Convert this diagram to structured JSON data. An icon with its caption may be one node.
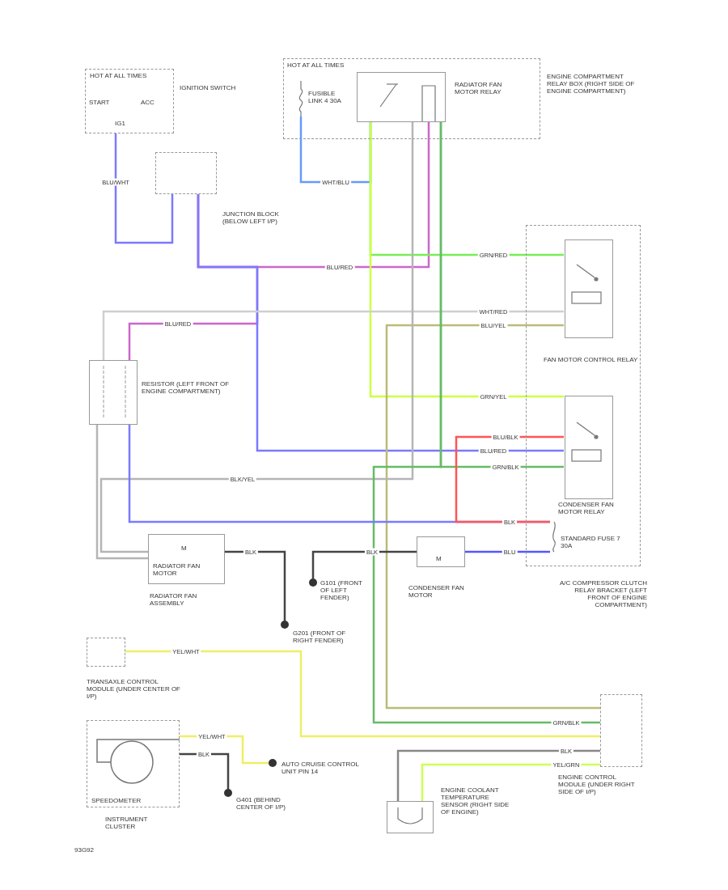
{
  "diagram": {
    "nodes": [
      {
        "text": [
          "HOT AT ALL TIMES",
          "START",
          "ACC",
          "IG1"
        ],
        "beside": [
          "IGNITION SWITCH"
        ]
      },
      {
        "text": [],
        "shape": "box",
        "beside": [
          "JUNCTION BLOCK (BELOW LEFT I/P)"
        ]
      },
      {
        "text": [
          "HOT AT ALL TIMES"
        ],
        "beside": [
          "ENGINE COMPARTMENT RELAY BOX (RIGHT SIDE OF ENGINE COMPARTMENT)"
        ]
      },
      {
        "text": [
          "FUSIBLE LINK 4 30A"
        ],
        "in": 2
      },
      {
        "text": [],
        "shape": "box",
        "in": 2,
        "beside": [
          "RADIATOR FAN MOTOR RELAY"
        ]
      },
      {
        "text": [],
        "shape": "box",
        "beside": [
          "A/C COMPRESSOR CLUTCH RELAY BRACKET (LEFT FRONT OF ENGINE COMPARTMENT)"
        ]
      },
      {
        "text": [],
        "shape": "box",
        "in": 5,
        "beside": [
          "FAN MOTOR CONTROL RELAY"
        ]
      },
      {
        "text": [],
        "shape": "box",
        "in": 5,
        "beside": [
          "CONDENSER FAN MOTOR RELAY"
        ]
      },
      {
        "text": [
          "STANDARD FUSE 7 30A"
        ],
        "in": 5
      },
      {
        "text": [],
        "shape": "box",
        "beside": [
          "RESISTOR (LEFT FRONT OF ENGINE COMPARTMENT)"
        ]
      },
      {
        "text": [
          "M",
          "RADIATOR FAN MOTOR"
        ],
        "beside": [
          "RADIATOR FAN ASSEMBLY"
        ]
      },
      {
        "text": [
          "M"
        ],
        "beside": [
          "CONDENSER FAN MOTOR"
        ]
      },
      {
        "text": [],
        "shape": "circle",
        "beside": [
          "G101 (FRONT OF LEFT FENDER)"
        ]
      },
      {
        "text": [],
        "shape": "circle",
        "beside": [
          "G201 (FRONT OF RIGHT FENDER)"
        ]
      },
      {
        "text": [],
        "shape": "box",
        "beside": [
          "TRANSAXLE CONTROL MODULE (UNDER CENTER OF I/P)"
        ]
      },
      {
        "text": [
          "SPEEDOMETER"
        ],
        "beside": [
          "INSTRUMENT CLUSTER"
        ]
      },
      {
        "text": [],
        "shape": "circle",
        "beside": [
          "G401 (BEHIND CENTER OF I/P)"
        ]
      },
      {
        "text": [],
        "shape": "circle",
        "beside": [
          "AUTO CRUISE CONTROL UNIT PIN 14"
        ]
      },
      {
        "text": [],
        "shape": "box",
        "beside": [
          "ENGINE COOLANT TEMPERATURE SENSOR (RIGHT SIDE OF ENGINE)"
        ]
      },
      {
        "text": [],
        "shape": "box",
        "beside": [
          "ENGINE CONTROL MODULE (UNDER RIGHT SIDE OF I/P)"
        ]
      }
    ],
    "edges": [
      {
        "from": 0,
        "to": 1,
        "arrow": "none",
        "label": "BLU/WHT",
        "color": "#7a7aff"
      },
      {
        "from": 1,
        "to": 4,
        "arrow": "none",
        "label": "BLU/RED",
        "color": "#cc66cc"
      },
      {
        "from": 1,
        "to": 9,
        "arrow": "none",
        "label": "BLU/RED",
        "color": "#cc66cc"
      },
      {
        "from": 1,
        "to": 7,
        "arrow": "none",
        "label": "BLU/RED",
        "color": "#7a7aff"
      },
      {
        "from": 3,
        "to": 4,
        "arrow": "none",
        "label": "WHT/BLU",
        "color": "#6699ff"
      },
      {
        "from": 4,
        "to": 6,
        "arrow": "none",
        "label": "GRN/RED",
        "color": "#77ee55"
      },
      {
        "from": 4,
        "to": 7,
        "arrow": "none",
        "label": "GRN/YEL",
        "color": "#ccff44"
      },
      {
        "from": 6,
        "to": 19,
        "arrow": "none",
        "label": "BLU/YEL",
        "color": "#bbbb77"
      },
      {
        "from": 6,
        "to": 9,
        "arrow": "none",
        "label": "WHT/RED",
        "color": "#cfcfcf"
      },
      {
        "from": 4,
        "to": 10,
        "arrow": "none",
        "label": "BLK/YEL",
        "color": "#b5b5b5"
      },
      {
        "from": 9,
        "to": 10,
        "arrow": "none",
        "color": "#b5b5b5"
      },
      {
        "from": 4,
        "to": 7,
        "arrow": "none",
        "label": "GRN/BLK",
        "color": "#66bb66"
      },
      {
        "from": 4,
        "to": 19,
        "arrow": "none",
        "label": "GRN/BLK",
        "color": "#66bb66"
      },
      {
        "from": 9,
        "to": 8,
        "arrow": "none",
        "label": "BLK",
        "color": "#7a7aff"
      },
      {
        "from": 7,
        "to": 8,
        "arrow": "none",
        "label": "BLU/BLK",
        "color": "#ff5555"
      },
      {
        "from": 11,
        "to": 8,
        "arrow": "none",
        "label": "BLU",
        "color": "#5555ff"
      },
      {
        "from": 10,
        "to": 13,
        "arrow": "none",
        "label": "BLK",
        "color": "#444444"
      },
      {
        "from": 11,
        "to": 12,
        "arrow": "none",
        "label": "BLK",
        "color": "#444444"
      },
      {
        "from": 14,
        "to": 19,
        "arrow": "none",
        "label": "YEL/WHT",
        "color": "#eeee66"
      },
      {
        "from": 15,
        "to": 17,
        "arrow": "none",
        "label": "YEL/WHT",
        "color": "#eeee66"
      },
      {
        "from": 15,
        "to": 16,
        "arrow": "none",
        "label": "BLK",
        "color": "#444444"
      },
      {
        "from": 18,
        "to": 19,
        "arrow": "none",
        "label": "BLK",
        "color": "#888888"
      },
      {
        "from": 18,
        "to": 19,
        "arrow": "none",
        "label": "YEL/GRN",
        "color": "#ccff55"
      }
    ],
    "labels": [
      "93G92"
    ]
  }
}
